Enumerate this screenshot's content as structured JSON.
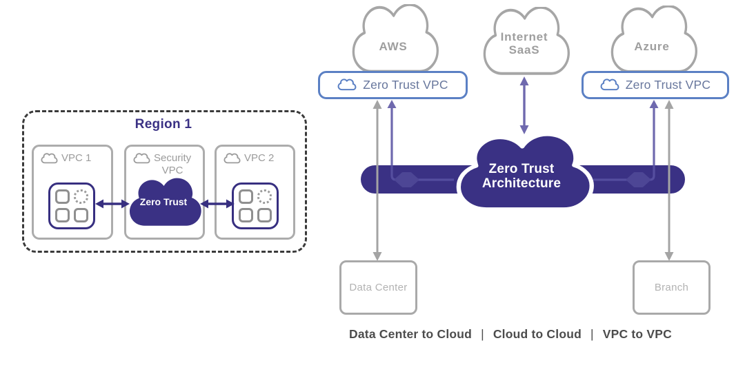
{
  "colors": {
    "indigo": "#3a3184",
    "light_purple": "#6f69ae",
    "in_bar_purple": "#554e9f",
    "node_purple": "#4d4695",
    "gray_line": "#a4a4a4",
    "gray_text": "#9b9b9b",
    "faint_gray_text": "#b2b2b2",
    "blue_border": "#5b80c4",
    "blue_text": "#67769c",
    "caption_text": "#4c4c4c"
  },
  "region_panel": {
    "title": "Region 1",
    "vpc1_label": "VPC 1",
    "security_vpc_line1": "Security",
    "security_vpc_line2": "VPC",
    "vpc2_label": "VPC 2",
    "zero_trust_cloud_label": "Zero Trust"
  },
  "cloud_diagram": {
    "aws_label": "AWS",
    "internet_saas_line1": "Internet",
    "internet_saas_line2": "SaaS",
    "azure_label": "Azure",
    "aws_vpc_label": "Zero Trust VPC",
    "azure_vpc_label": "Zero Trust VPC",
    "zta_line1": "Zero Trust",
    "zta_line2": "Architecture",
    "data_center_label": "Data Center",
    "branch_label": "Branch"
  },
  "caption": {
    "segment1": "Data Center to Cloud",
    "separator": "|",
    "segment2": "Cloud to Cloud",
    "segment3": "VPC to VPC"
  }
}
